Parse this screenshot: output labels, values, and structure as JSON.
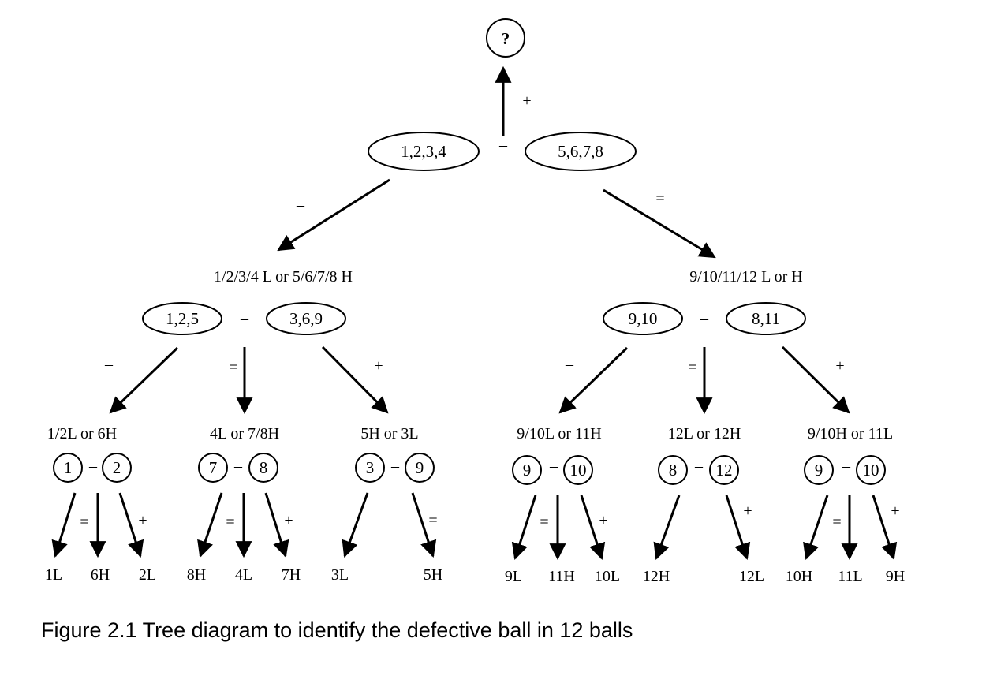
{
  "root": {
    "label": "?",
    "sign": "+"
  },
  "level1": {
    "left": "1,2,3,4",
    "right": "5,6,7,8",
    "vs": "–",
    "branch_left_sign": "–",
    "branch_right_sign": "="
  },
  "left_case": {
    "heading": "1/2/3/4 L or 5/6/7/8 H",
    "weigh_left": "1,2,5",
    "weigh_right": "3,6,9",
    "vs": "–",
    "signs": [
      "–",
      "=",
      "+"
    ],
    "groups": [
      {
        "heading": "1/2L or 6H",
        "a": "1",
        "b": "2",
        "vs": "–",
        "signs": [
          "–",
          "=",
          "+"
        ],
        "leaves": [
          "1L",
          "6H",
          "2L"
        ]
      },
      {
        "heading": "4L or 7/8H",
        "a": "7",
        "b": "8",
        "vs": "–",
        "signs": [
          "–",
          "=",
          "+"
        ],
        "leaves": [
          "8H",
          "4L",
          "7H"
        ]
      },
      {
        "heading": "5H or 3L",
        "a": "3",
        "b": "9",
        "vs": "–",
        "signs": [
          "–",
          "="
        ],
        "leaves": [
          "3L",
          "5H"
        ]
      }
    ]
  },
  "right_case": {
    "heading": "9/10/11/12 L or H",
    "weigh_left": "9,10",
    "weigh_right": "8,11",
    "vs": "–",
    "signs": [
      "–",
      "=",
      "+"
    ],
    "groups": [
      {
        "heading": "9/10L or 11H",
        "a": "9",
        "b": "10",
        "vs": "–",
        "signs": [
          "–",
          "=",
          "+"
        ],
        "leaves": [
          "9L",
          "11H",
          "10L"
        ]
      },
      {
        "heading": "12L or 12H",
        "a": "8",
        "b": "12",
        "vs": "–",
        "signs": [
          "–",
          "+"
        ],
        "leaves": [
          "12H",
          "12L"
        ]
      },
      {
        "heading": "9/10H or 11L",
        "a": "9",
        "b": "10",
        "vs": "–",
        "signs": [
          "–",
          "=",
          "+"
        ],
        "leaves": [
          "10H",
          "11L",
          "9H"
        ]
      }
    ]
  },
  "caption": "Figure 2.1 Tree diagram to identify the defective ball in 12 balls"
}
